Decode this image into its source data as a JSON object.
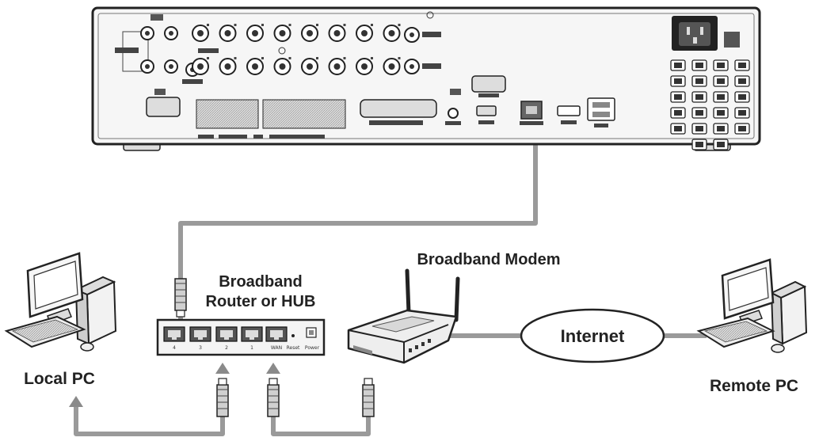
{
  "labels": {
    "router": [
      "Broadband",
      "Router or HUB"
    ],
    "modem": "Broadband Modem",
    "internet": "Internet",
    "local_pc": "Local PC",
    "remote_pc": "Remote PC"
  },
  "router_ports": [
    "4",
    "3",
    "2",
    "1",
    "WAN"
  ],
  "router_extra": [
    "Reset",
    "Power"
  ],
  "colors": {
    "cable": "#9a9a9a",
    "arrow": "#8a8a8a",
    "device_edge": "#222222",
    "device_fill": "#f4f4f4"
  },
  "icons": [
    "dvr-rear-panel",
    "router-icon",
    "modem-icon",
    "internet-cloud-icon",
    "desktop-pc-icon",
    "rj45-connector-icon",
    "up-arrow-icon"
  ]
}
